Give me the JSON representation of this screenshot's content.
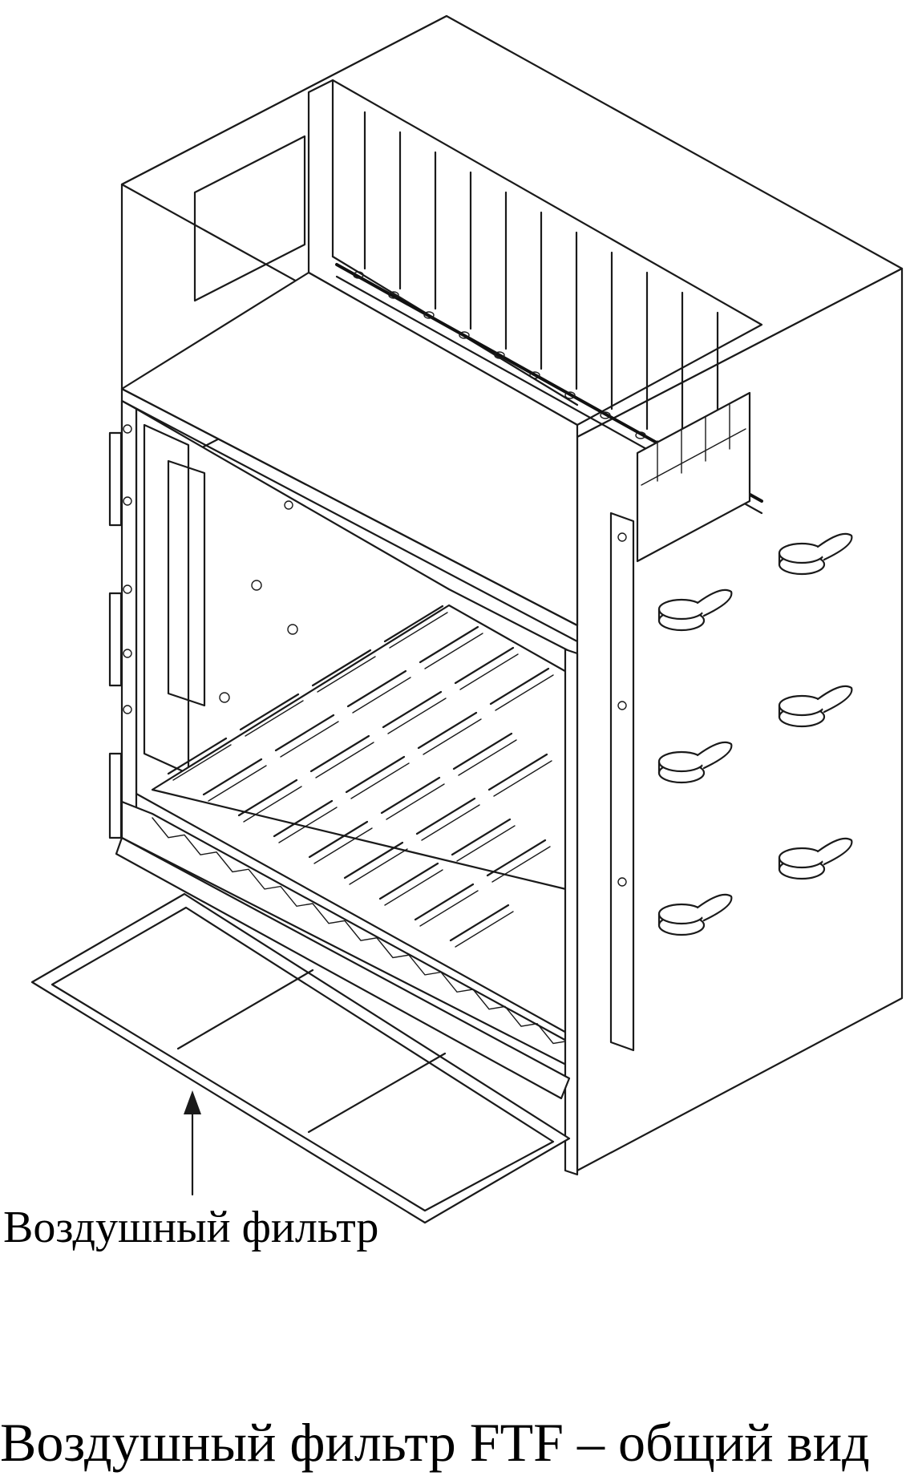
{
  "figure": {
    "callout_label": "Воздушный фильтр",
    "caption": "Воздушный фильтр FTF – общий вид"
  },
  "colors": {
    "line": "#1a1a1a",
    "background": "#ffffff"
  },
  "illustration": {
    "subject": "chassis-with-air-filter",
    "card_slots": 11,
    "cable_clips": 6,
    "door_hinges": 3
  }
}
